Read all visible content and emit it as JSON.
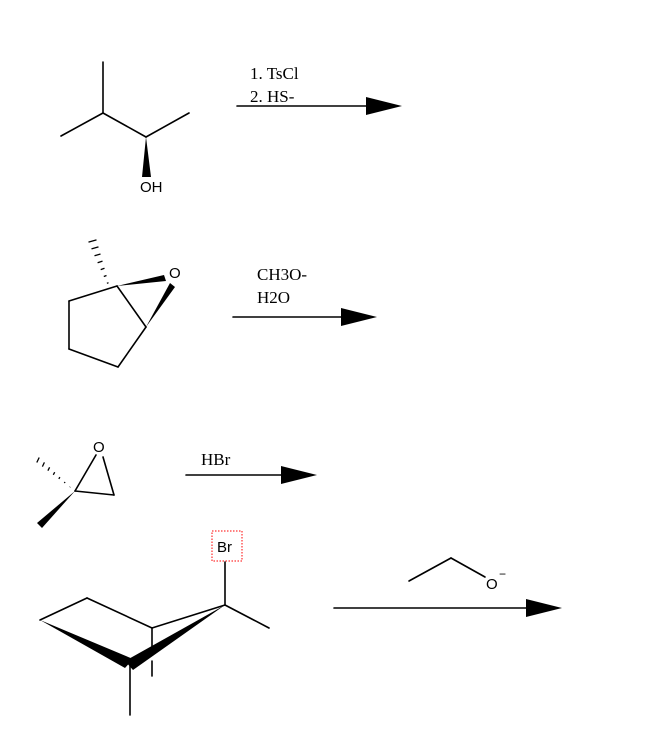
{
  "reactions": [
    {
      "reagents": [
        "1. TsCl",
        "2. HS-"
      ],
      "atom_labels": {
        "hydroxyl": "OH"
      }
    },
    {
      "reagents": [
        "CH3O-",
        "H2O"
      ],
      "atom_labels": {
        "epoxide_oxygen": "O"
      }
    },
    {
      "reagents": [
        "HBr"
      ],
      "atom_labels": {
        "epoxide_oxygen": "O"
      }
    },
    {
      "reagents": [],
      "atom_labels": {
        "bromine": "Br"
      },
      "reagent_structure": {
        "oxygen": "O",
        "charge": "−"
      }
    }
  ]
}
